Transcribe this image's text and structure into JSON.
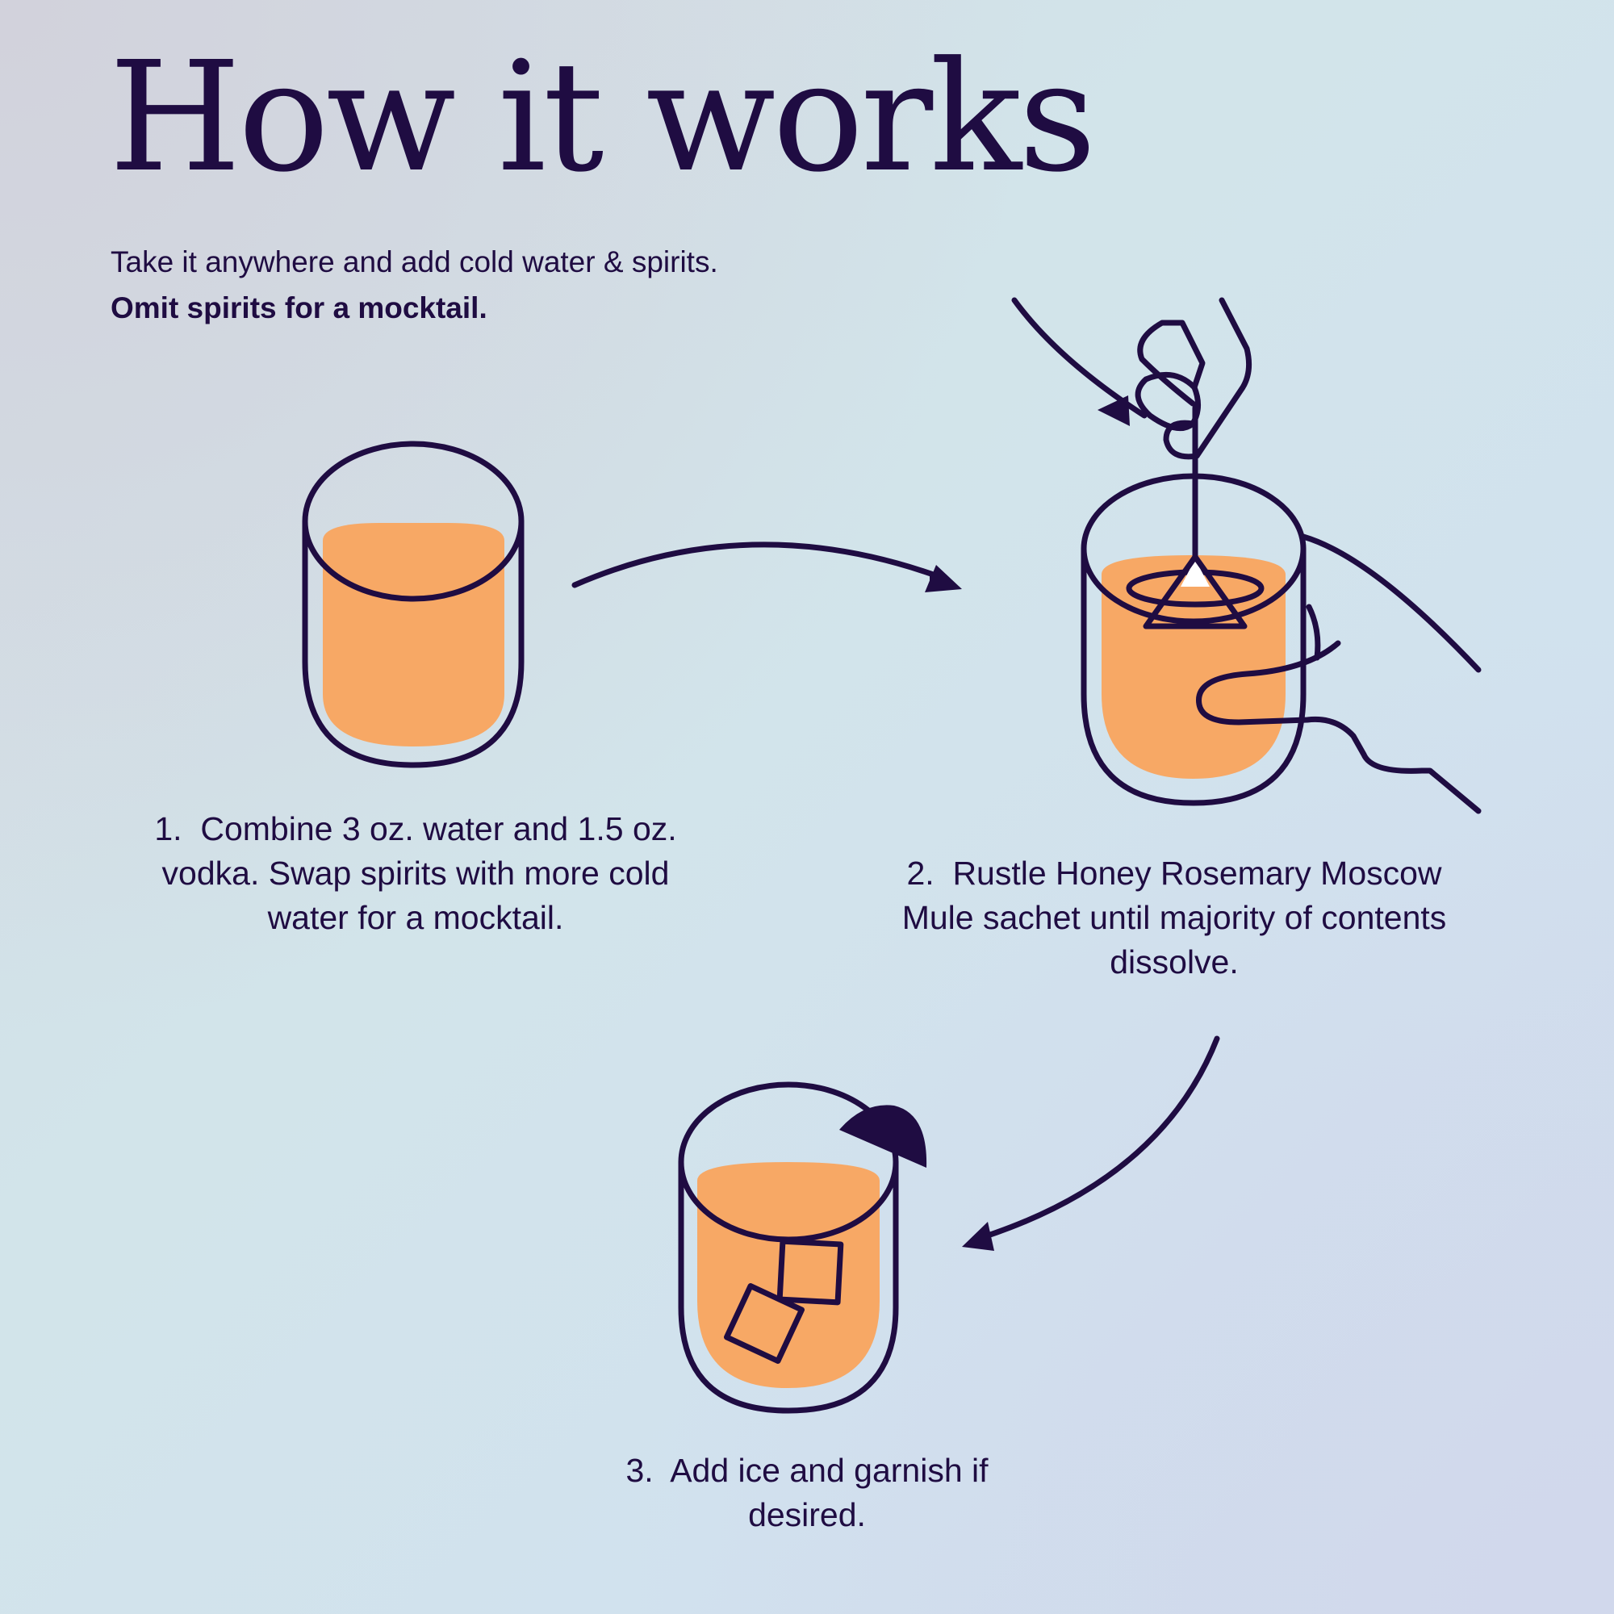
{
  "header": {
    "title": "How it works",
    "subtitle_regular": "Take it anywhere and add cold water & spirits.",
    "subtitle_bold": "Omit spirits for a mocktail."
  },
  "steps": [
    {
      "number": "1.",
      "text": "Combine 3 oz. water and 1.5 oz. vodka. Swap spirits with more cold water for a mocktail.",
      "illustration": "glass-icon"
    },
    {
      "number": "2.",
      "text": "Rustle Honey Rosemary Moscow Mule sachet until majority of contents dissolve.",
      "illustration": "hand-stirring-sachet-icon"
    },
    {
      "number": "3.",
      "text": "Add ice and garnish if desired.",
      "illustration": "glass-with-ice-and-garnish-icon"
    }
  ],
  "colors": {
    "ink": "#1f0c42",
    "liquid": "#f7a865",
    "background_top_left": "#d2d2dc",
    "background_top_right": "#d4e6ea",
    "background_bottom_left": "#d0e0ee",
    "background_bottom_right": "#d0d8eb"
  }
}
